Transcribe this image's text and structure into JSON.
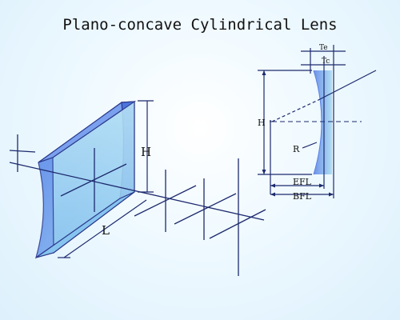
{
  "title": "Plano-concave Cylindrical Lens",
  "labels": {
    "height_3d": "H",
    "length_3d": "L",
    "edge_thickness": "Te",
    "center_thickness": "Tc",
    "height_side": "H",
    "radius": "R",
    "efl": "EFL",
    "bfl": "BFL"
  },
  "colors": {
    "line": "#1d2a6e",
    "lens_fill": "#5d8fe8",
    "lens_fill_light": "#a9dcf2",
    "background": "#e8f6fd"
  }
}
